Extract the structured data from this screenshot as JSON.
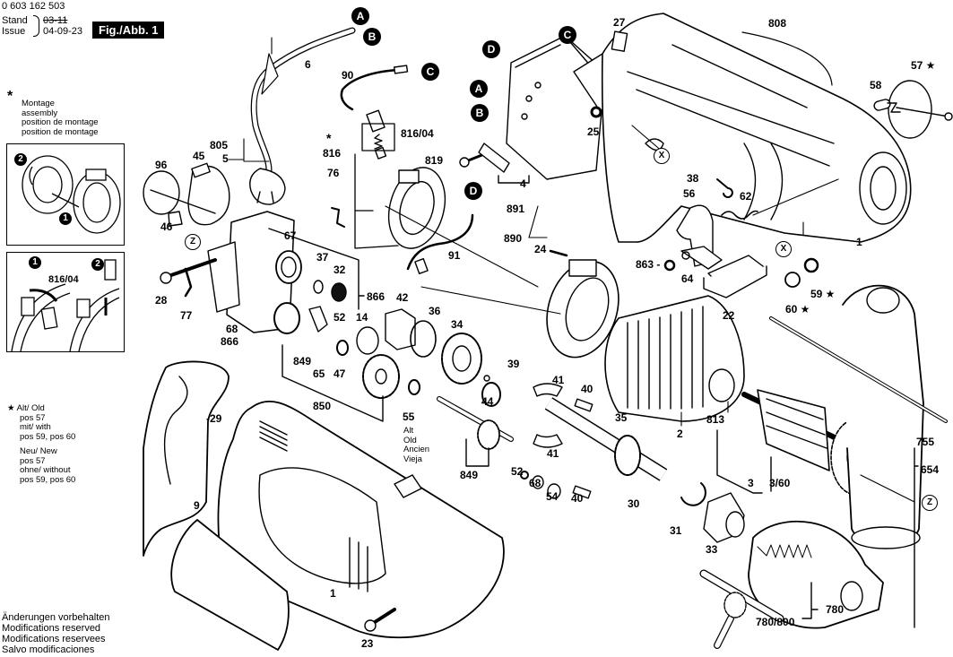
{
  "header": {
    "part_number": "0 603 162 503",
    "stand_label": "Stand",
    "issue_label": "Issue",
    "stand_value_struck": "03-11",
    "issue_value": "04-09-23",
    "figure_label": "Fig./Abb. 1"
  },
  "notes": {
    "assembly_symbol": "*",
    "assembly_lines": [
      "Montage",
      "assembly",
      "position de montage",
      "position de montage"
    ],
    "star_symbol": "★",
    "old_new_lines": [
      "Alt/ Old",
      "pos 57",
      "mit/ with",
      "pos 59, pos 60"
    ],
    "new_lines": [
      "Neu/ New",
      "pos 57",
      "ohne/ without",
      "pos 59, pos 60"
    ],
    "old_variant_lines": [
      "Alt",
      "Old",
      "Ancien",
      "Vieja"
    ]
  },
  "footer": {
    "lines": [
      "Änderungen vorbehalten",
      "Modifications reserved",
      "Modifications reservees",
      "Salvo modificaciones"
    ]
  },
  "insets": {
    "top": {
      "step1": "1",
      "step2": "2"
    },
    "bottom": {
      "step1": "1",
      "step2": "2",
      "part": "816/04"
    }
  },
  "connectors": [
    "A",
    "B",
    "C",
    "D",
    "X",
    "Z"
  ],
  "parts": {
    "p6": "6",
    "p90": "90",
    "p816_04": "816/04",
    "p816": "816",
    "p819": "819",
    "p4": "4",
    "p25": "25",
    "p27": "27",
    "p808": "808",
    "p57": "57 ★",
    "p58": "58",
    "p96": "96",
    "p45": "45",
    "p805": "805",
    "p5": "5",
    "p76": "76",
    "p46": "46",
    "p67": "67",
    "p37": "37",
    "p32": "32",
    "p28": "28",
    "p77": "77",
    "p68a": "68",
    "p866a": "866",
    "p866b": "866",
    "p14": "14",
    "p52a": "52",
    "p42": "42",
    "p36": "36",
    "p34": "34",
    "p849a": "849",
    "p65": "65",
    "p47": "47",
    "p850": "850",
    "p55": "55",
    "p891": "891",
    "p890": "890",
    "p91": "91",
    "p24": "24",
    "p38": "38",
    "p56": "56",
    "p62": "62",
    "p863": "863 -",
    "p64": "64",
    "p22": "22",
    "p1a": "1",
    "p59": "59 ★",
    "p60": "60 ★",
    "p39": "39",
    "p44": "44",
    "p41a": "41",
    "p40a": "40",
    "p35": "35",
    "p2": "2",
    "p813": "813",
    "p849b": "849",
    "p52b": "52",
    "p68b": "68",
    "p54": "54",
    "p41b": "41",
    "p40b": "40",
    "p30": "30",
    "p31": "31",
    "p33": "33",
    "p3": "3",
    "p3_60": "3/60",
    "p755": "755",
    "p654": "654",
    "p29": "-29",
    "p9": "9",
    "p1b": "1",
    "p23": "23",
    "p780": "780",
    "p780_800": "780/800"
  }
}
